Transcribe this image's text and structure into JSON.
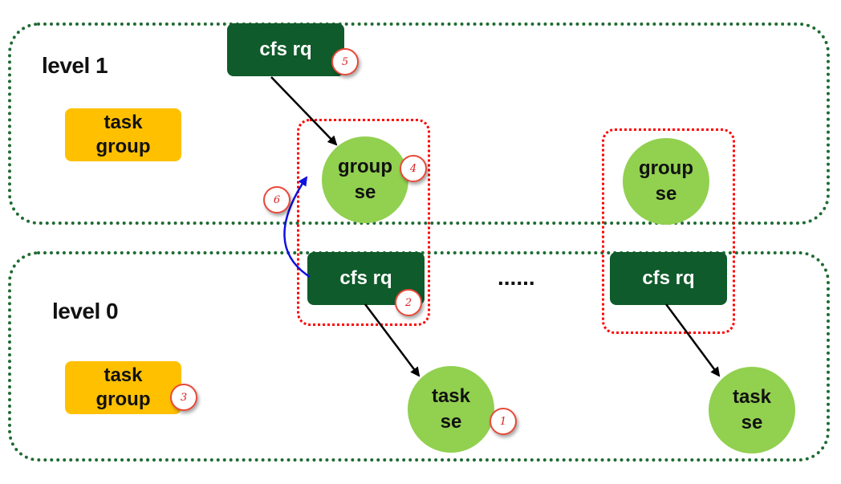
{
  "level1": {
    "label": "level 1",
    "task_group": [
      "task",
      "group"
    ],
    "cfs_rq": "cfs rq",
    "group_se_left": [
      "group",
      "se"
    ],
    "group_se_right": [
      "group",
      "se"
    ]
  },
  "level0": {
    "label": "level 0",
    "task_group": [
      "task",
      "group"
    ],
    "cfs_rq_left": "cfs rq",
    "cfs_rq_right": "cfs rq",
    "task_se_left": [
      "task",
      "se"
    ],
    "task_se_right": [
      "task",
      "se"
    ],
    "ellipsis": "......"
  },
  "steps": [
    "1",
    "2",
    "3",
    "4",
    "5",
    "6"
  ],
  "colors": {
    "frame": "#1e6b32",
    "cfs_rq": "#0f5b2b",
    "se": "#92d050",
    "task_group": "#ffc000",
    "highlight": "#ff0000",
    "update_arrow": "#1010e0"
  }
}
